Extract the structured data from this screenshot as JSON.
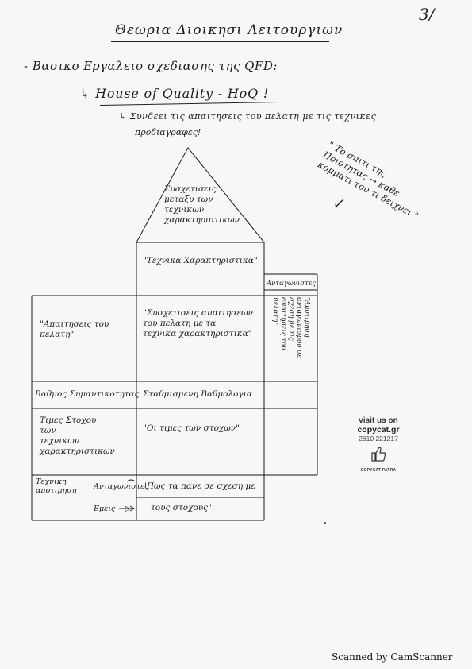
{
  "page_number": "3/",
  "title": "Θεωρια Διοικησι Λειτουργιων",
  "lines": {
    "l1": "- Βασικο Εργαλειο σχεδιασης της QFD:",
    "l2": "↳ House of Quality - HoQ !",
    "l3": "↳ Συνδεει τις απαιτησεις του πελατη με τις τεχνικες",
    "l4": "προδιαγραφες!"
  },
  "side_note": "\" Το σπιτι της\nΠοιοτητας → καθε\nκομματι του τι δειχνει \"",
  "hoq": {
    "roof": "Συσχετισεις\nμεταξυ των\nτεχνικων\nχαρακτηριστικων",
    "tech": "\"Τεχνικα Χαρακτηριστικα\"",
    "competitors_header": "Ανταγωνιστες",
    "competitors_body": "\"Αποτιμηση ανταγωνισμου σε σχεση με τις απαιτησεις του πελατη\"",
    "customer": "\"Απαιτησεις του\nπελατη\"",
    "relations": "\"Συσχετισεις απαιτησεων\nτου πελατη με τα\nτεχνικα χαρακτηριστικα\"",
    "importance": "Βαθμος Σημαντικοτητας",
    "weighting": "Σταθμισμενη Βαθμολογια",
    "target_label": "Τιμες Στοχου\nτων\nτεχνικων\nχαρακτηριστικων",
    "target_values": "\"Οι τιμες των στοχων\"",
    "tech_eval": "Τεχνικη\nαποτιμηση",
    "competitors_row": "Ανταγωνιστες",
    "us_row": "Εμεις —▷",
    "bottom_text": "\"Πως τα πανε σε σχεση με",
    "bottom_text2": "τους στοχους\""
  },
  "ad": {
    "l1": "visit us on",
    "l2": "copycat.gr",
    "l3": "2610 221217",
    "l4": "COPYCAT PATRA"
  },
  "footer": "Scanned by CamScanner"
}
